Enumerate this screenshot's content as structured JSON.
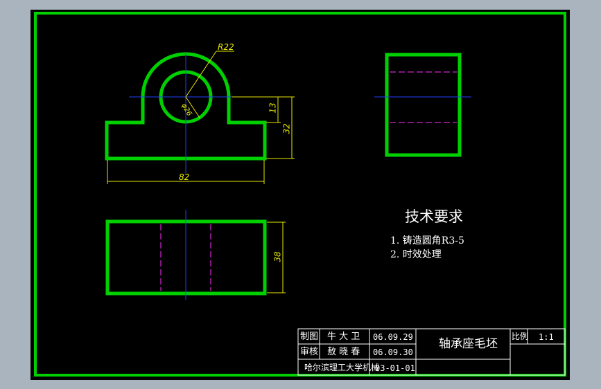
{
  "colors": {
    "outline": "#00d000",
    "center_line": "#2040ff",
    "hidden_line": "#ff30ff",
    "dimension": "#e8e800",
    "text": "#ffffff",
    "background": "#000000",
    "frame": "#a9b4bf"
  },
  "dimensions": {
    "radius": "R22",
    "bore_diameter": "φ26",
    "base_width": "82",
    "base_height": "13",
    "total_height": "32",
    "depth": "38"
  },
  "technical_requirements": {
    "title": "技术要求",
    "items": [
      "1. 铸造圆角R3-5",
      "2. 时效处理"
    ]
  },
  "title_block": {
    "drawn_label": "制图",
    "drawn_by": "牛 大 卫",
    "drawn_date": "06.09.29",
    "check_label": "审核",
    "checked_by": "敖 晓 春",
    "check_date": "06.09.30",
    "part_name": "轴承座毛坯",
    "scale_label": "比例",
    "scale_value": "1:1",
    "school": "哈尔滨理工大学机械",
    "drawing_no": "03-01-01"
  }
}
